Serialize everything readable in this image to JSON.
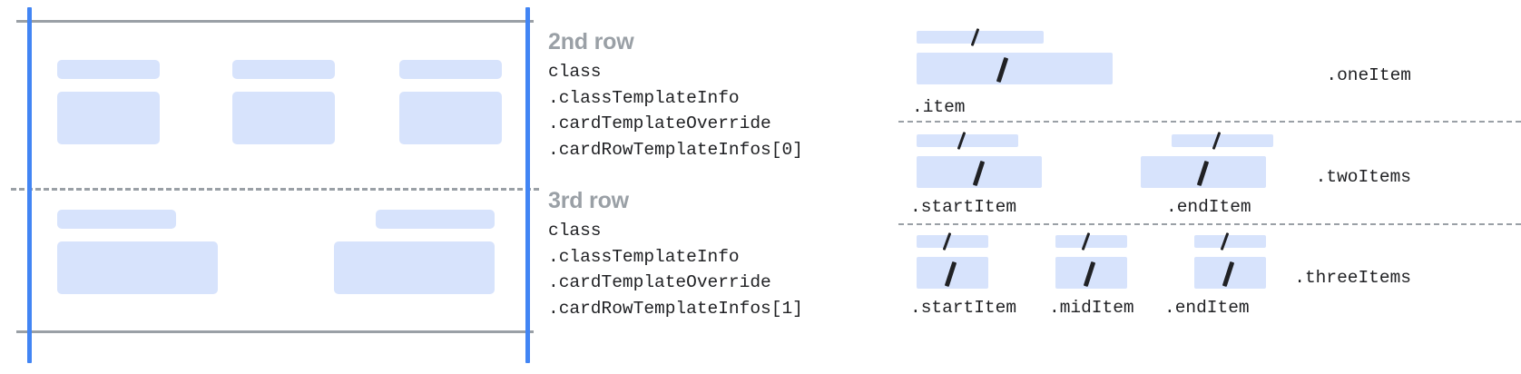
{
  "colors": {
    "chip_fill": "#d7e3fc",
    "rule_blue": "#4285f4",
    "rule_gray": "#9aa0a6",
    "heading_gray": "#9aa0a6",
    "code_text": "#202124",
    "background": "#ffffff"
  },
  "card_diagram": {
    "name": "card-row-template-preview",
    "rows": [
      {
        "name": "second-row-preview",
        "cells": [
          {
            "label_bar": "placeholder",
            "body_bar": "placeholder"
          },
          {
            "label_bar": "placeholder",
            "body_bar": "placeholder"
          },
          {
            "label_bar": "placeholder",
            "body_bar": "placeholder"
          }
        ]
      },
      {
        "name": "third-row-preview",
        "cells": [
          {
            "label_bar": "placeholder",
            "body_bar": "placeholder"
          },
          {
            "label_bar": "placeholder",
            "body_bar": "placeholder"
          }
        ]
      }
    ]
  },
  "annotations": [
    {
      "title": "2nd row",
      "code_lines": [
        "class",
        ".classTemplateInfo",
        ".cardTemplateOverride",
        ".cardRowTemplateInfos[0]"
      ]
    },
    {
      "title": "3rd row",
      "code_lines": [
        "class",
        ".classTemplateInfo",
        ".cardTemplateOverride",
        ".cardRowTemplateInfos[1]"
      ]
    }
  ],
  "item_layouts": [
    {
      "group_label": ".oneItem",
      "slots": [
        {
          "label": ".item"
        }
      ]
    },
    {
      "group_label": ".twoItems",
      "slots": [
        {
          "label": ".startItem"
        },
        {
          "label": ".endItem"
        }
      ]
    },
    {
      "group_label": ".threeItems",
      "slots": [
        {
          "label": ".startItem"
        },
        {
          "label": ".midItem"
        },
        {
          "label": ".endItem"
        }
      ]
    }
  ]
}
